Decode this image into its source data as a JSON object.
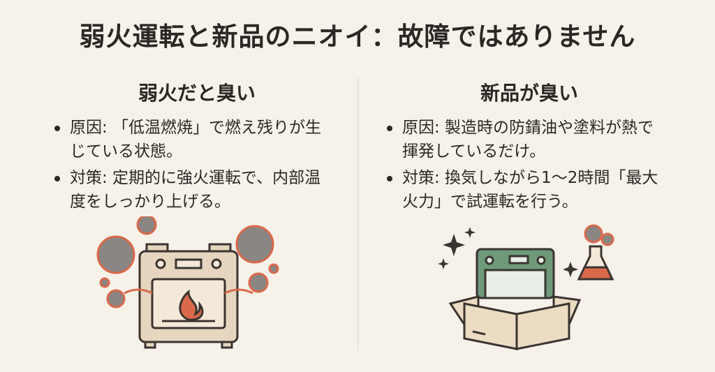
{
  "title": "弱火運転と新品のニオイ：故障ではありません",
  "left": {
    "heading": "弱火だと臭い",
    "bullets": [
      "原因: 「低温燃焼」で燃え残りが生じている状態。",
      "対策: 定期的に強火運転で、内部温度をしっかり上げる。"
    ]
  },
  "right": {
    "heading": "新品が臭い",
    "bullets": [
      "原因: 製造時の防錆油や塗料が熱で揮発しているだけ。",
      "対策: 換気しながら1〜2時間「最大火力」で試運転を行う。"
    ]
  },
  "colors": {
    "background": "#f6f2ea",
    "oven": "#e6d6bf",
    "stove_new": "#6f9a7a",
    "smoke": "#8a8683",
    "accent": "#d9694a",
    "box": "#ecdcc3"
  }
}
